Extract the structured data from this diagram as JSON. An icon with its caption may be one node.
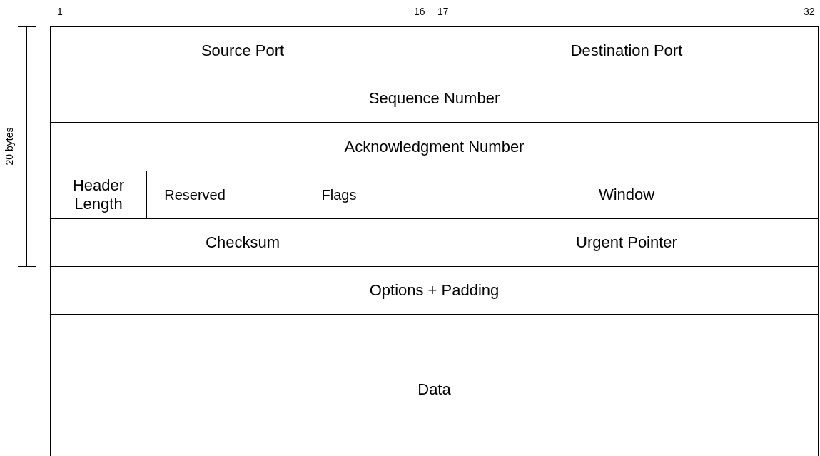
{
  "diagram": {
    "nodes": [
      {
        "text": [
          "Source Port"
        ]
      },
      {
        "text": [
          "Destination Port"
        ]
      },
      {
        "text": [
          "Sequence Number"
        ]
      },
      {
        "text": [
          "Acknowledgment Number"
        ]
      },
      {
        "text": [
          "Header Length"
        ]
      },
      {
        "text": [
          "Reserved"
        ]
      },
      {
        "text": [
          "Flags"
        ]
      },
      {
        "text": [
          "Window"
        ]
      },
      {
        "text": [
          "Checksum"
        ]
      },
      {
        "text": [
          "Urgent Pointer"
        ]
      },
      {
        "text": [
          "Options + Padding"
        ]
      },
      {
        "text": [
          "Data"
        ]
      }
    ],
    "edges": [],
    "labels": [
      "1",
      "16",
      "17",
      "32",
      "20 bytes"
    ]
  }
}
